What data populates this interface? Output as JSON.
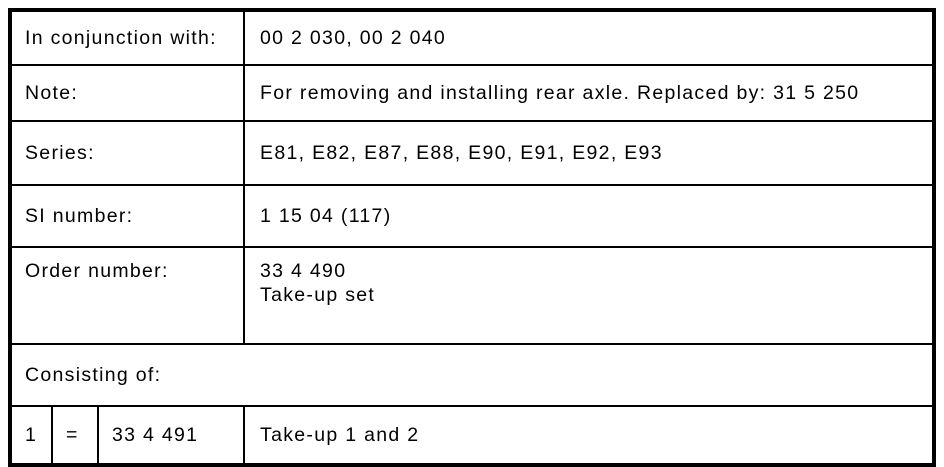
{
  "document_table": {
    "rows": [
      {
        "label": "In conjunction with:",
        "value": "00 2 030, 00 2 040"
      },
      {
        "label": "Note:",
        "value": "For removing and installing rear axle. Replaced by: 31 5 250"
      },
      {
        "label": "Series:",
        "value": "E81, E82, E87, E88, E90, E91, E92, E93"
      },
      {
        "label": "SI number:",
        "value": "1 15 04 (117)"
      },
      {
        "label": "Order number:",
        "value_line1": "33 4 490",
        "value_line2": "Take-up set"
      },
      {
        "label": "Consisting of:"
      },
      {
        "item": "1",
        "equals": "=",
        "part_number": "33 4 491",
        "description": "Take-up 1 and 2"
      }
    ],
    "colors": {
      "border": "#000000",
      "text": "#000000",
      "background": "#ffffff"
    }
  }
}
